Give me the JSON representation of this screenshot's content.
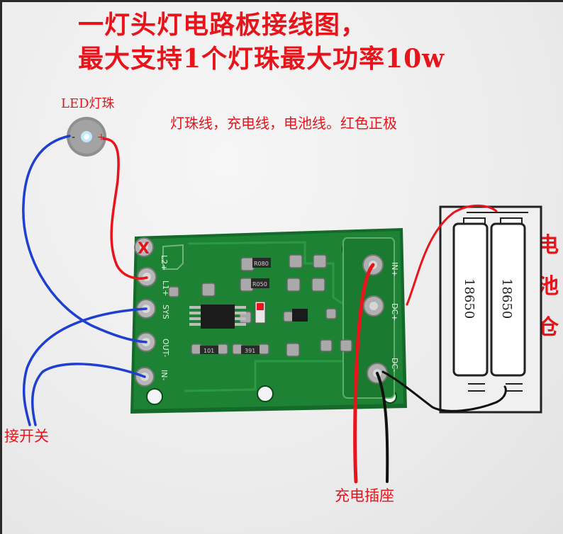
{
  "title": {
    "line1": "一灯头灯电路板接线图，",
    "line2": "最大支持1个灯珠最大功率10w"
  },
  "labels": {
    "led": "LED灯珠",
    "wire_note": "灯珠线，充电线，电池线。红色正极",
    "switch": "接开关",
    "charge_socket": "充电插座",
    "battery_bay": [
      "电",
      "池",
      "仓"
    ]
  },
  "led": {
    "minus": "-",
    "plus": "+"
  },
  "board": {
    "marker": "X",
    "pins_left": [
      "L2+",
      "L1+",
      "SYS",
      "OUT-",
      "IN-"
    ],
    "pins_right": [
      "IN+",
      "DC+",
      "DC-"
    ],
    "components": [
      "R080",
      "R050",
      "101",
      "391"
    ]
  },
  "battery": {
    "cells": [
      "18650",
      "18650"
    ]
  },
  "colors": {
    "title": "#e8141b",
    "pcb": "#1a7a2a",
    "wire_red": "#e8141b",
    "wire_blue": "#1e3fd0",
    "wire_black": "#111111"
  }
}
